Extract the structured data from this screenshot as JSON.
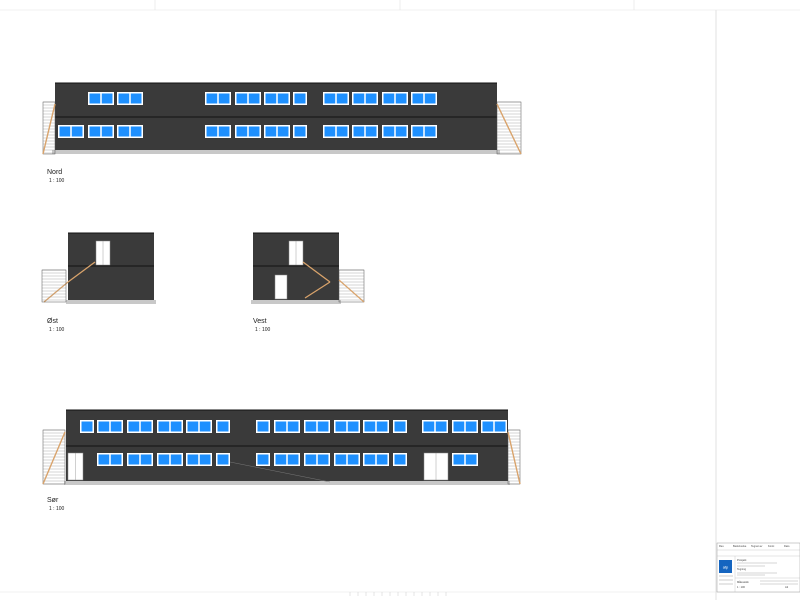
{
  "views": [
    {
      "name": "Nord",
      "scale": "1 : 100"
    },
    {
      "name": "Øst",
      "scale": "1 : 100"
    },
    {
      "name": "Vest",
      "scale": "1 : 100"
    },
    {
      "name": "Sør",
      "scale": "1 : 100"
    }
  ],
  "title_block": {
    "logo_text": "atp",
    "fields": [
      "Rev.",
      "Beskrivelse",
      "Tegnet av",
      "Kontr.",
      "Dato",
      "Prosjekt",
      "Tegning",
      "Målestokk",
      "1 : 100",
      "A2"
    ]
  },
  "colors": {
    "facade": "#3a3a3a",
    "window_glass": "#1e90ff",
    "window_frame": "#ffffff",
    "stair_wood": "#d9a36b",
    "ground": "#c8c8c8",
    "logo_blue": "#1565c0"
  }
}
